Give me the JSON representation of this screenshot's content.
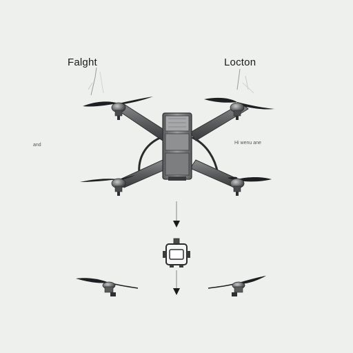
{
  "labels": {
    "top_left": "Falght",
    "top_right": "Locton",
    "side_left": "and",
    "side_right": "Hi wenu ane"
  },
  "colors": {
    "background": "#eef0ee",
    "frame": "#5a5b5c",
    "frame_dark": "#2e2f30",
    "body": "#7a7c7e",
    "propeller": "#1e1f20",
    "line": "#2a2a2a"
  },
  "icons": [
    "drone-icon",
    "propeller-icon",
    "camera-module-icon",
    "down-arrow-icon"
  ]
}
